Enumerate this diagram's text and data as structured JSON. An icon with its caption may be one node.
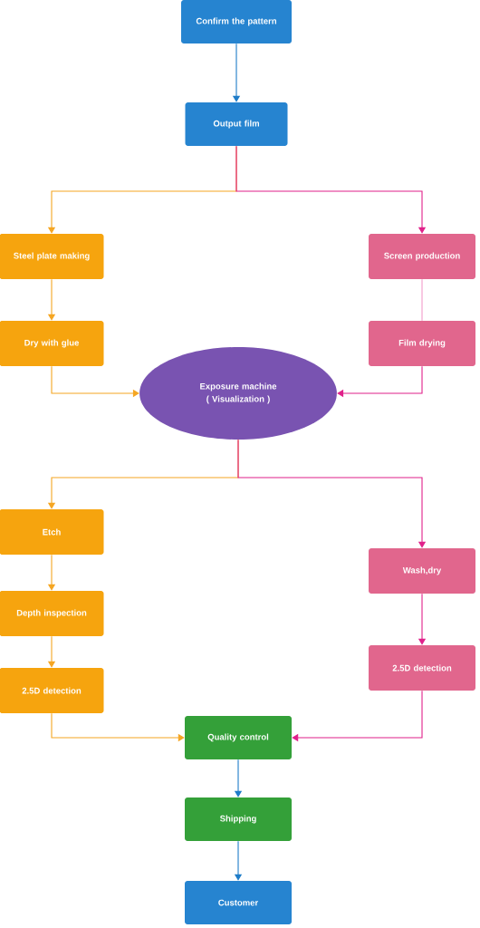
{
  "diagram": {
    "nodes": [
      {
        "text": [
          "Confirm the pattern"
        ]
      },
      {
        "text": [
          "Output film"
        ]
      },
      {
        "text": [
          "Steel plate making"
        ]
      },
      {
        "text": [
          "Screen production"
        ]
      },
      {
        "text": [
          "Dry with glue"
        ]
      },
      {
        "text": [
          "Film drying"
        ]
      },
      {
        "text": [
          "Exposure machine",
          "( Visualization )"
        ]
      },
      {
        "text": [
          "Etch"
        ]
      },
      {
        "text": [
          "Wash,dry"
        ]
      },
      {
        "text": [
          "Depth inspection"
        ]
      },
      {
        "text": [
          "2.5D detection"
        ]
      },
      {
        "text": [
          "2.5D detection"
        ]
      },
      {
        "text": [
          "Quality control"
        ]
      },
      {
        "text": [
          "Shipping"
        ]
      },
      {
        "text": [
          "Customer"
        ]
      }
    ],
    "edges": [
      {
        "from": 0,
        "to": 1,
        "arrow": "to",
        "color": "#1e7cc8"
      },
      {
        "from": 1,
        "to": 2,
        "arrow": "to"
      },
      {
        "from": 1,
        "to": 3,
        "arrow": "to",
        "color": "#e0218a"
      },
      {
        "from": 2,
        "to": 4,
        "arrow": "to"
      },
      {
        "from": 3,
        "to": 5,
        "arrow": "none",
        "color": "#e0218a"
      },
      {
        "from": 4,
        "to": 6,
        "arrow": "to"
      },
      {
        "from": 5,
        "to": 6,
        "arrow": "to",
        "color": "#e0218a"
      },
      {
        "from": 6,
        "to": 7,
        "arrow": "to"
      },
      {
        "from": 6,
        "to": 8,
        "arrow": "to",
        "color": "#e0218a"
      },
      {
        "from": 7,
        "to": 9,
        "arrow": "to"
      },
      {
        "from": 9,
        "to": 10,
        "arrow": "to"
      },
      {
        "from": 8,
        "to": 11,
        "arrow": "to",
        "color": "#e0218a"
      },
      {
        "from": 10,
        "to": 12,
        "arrow": "to"
      },
      {
        "from": 11,
        "to": 12,
        "arrow": "to",
        "color": "#e0218a"
      },
      {
        "from": 12,
        "to": 13,
        "arrow": "to",
        "color": "#1e7cc8"
      },
      {
        "from": 13,
        "to": 14,
        "arrow": "to",
        "color": "#1e7cc8"
      }
    ]
  }
}
